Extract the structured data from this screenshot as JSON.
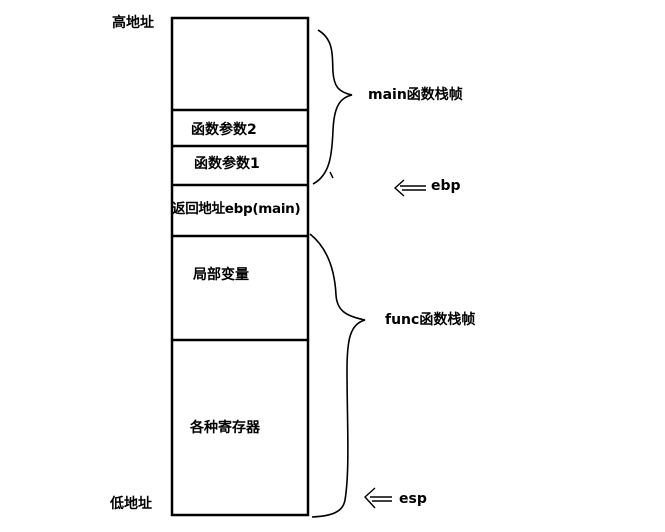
{
  "address_labels": {
    "high": "高地址",
    "low": "低地址"
  },
  "stack_cells": [
    {
      "id": "main-top",
      "text": ""
    },
    {
      "id": "arg2",
      "text": "函数参数2"
    },
    {
      "id": "arg1",
      "text": "函数参数1"
    },
    {
      "id": "ret-ebp",
      "text": "返回地址ebp(main)"
    },
    {
      "id": "locals",
      "text": "局部变量"
    },
    {
      "id": "registers",
      "text": "各种寄存器"
    }
  ],
  "frame_labels": {
    "main": "main函数栈帧",
    "func": "func函数栈帧"
  },
  "pointers": {
    "ebp": "ebp",
    "esp": "esp"
  },
  "colors": {
    "ink": "#000000",
    "background": "#ffffff"
  }
}
